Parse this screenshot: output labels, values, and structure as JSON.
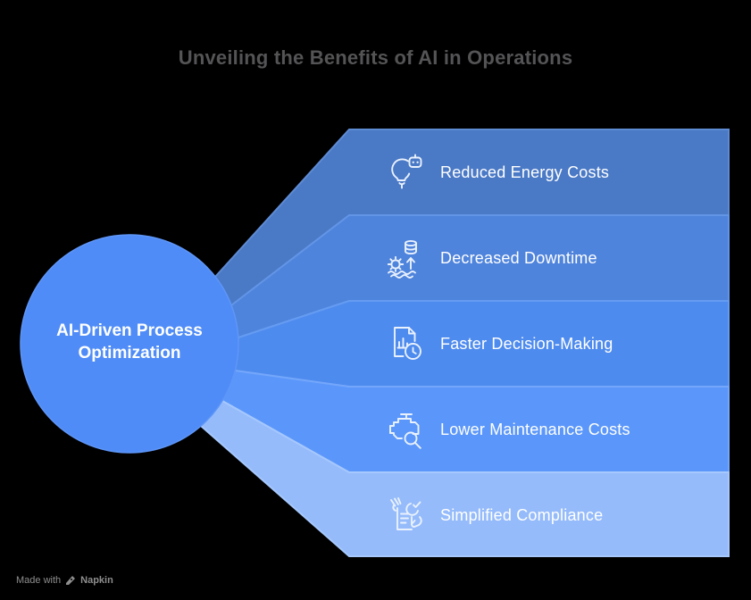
{
  "title": "Unveiling the Benefits of AI in Operations",
  "center": {
    "label": "AI-Driven Process Optimization",
    "fill": "#4f8cf7",
    "stroke": "#5e96f8"
  },
  "benefits": [
    {
      "label": "Reduced Energy Costs",
      "icon": "lightbulb-ai-icon",
      "fill": "#4a79c6",
      "stroke": "#5e8bd4"
    },
    {
      "label": "Decreased Downtime",
      "icon": "database-uptime-icon",
      "fill": "#4f84dc",
      "stroke": "#6295e6"
    },
    {
      "label": "Faster Decision-Making",
      "icon": "report-clock-icon",
      "fill": "#4e8bee",
      "stroke": "#659cf2"
    },
    {
      "label": "Lower Maintenance Costs",
      "icon": "engine-magnifier-icon",
      "fill": "#5b97fa",
      "stroke": "#74a7fb"
    },
    {
      "label": "Simplified Compliance",
      "icon": "checklist-hands-icon",
      "fill": "#95bbfb",
      "stroke": "#a6c8fd"
    }
  ],
  "footer": {
    "made_with": "Made with",
    "brand": "Napkin",
    "icon": "pen-nib-icon"
  },
  "colors": {
    "background": "#000000",
    "title_text": "#545456",
    "band_text": "#ffffff",
    "circle_text": "#ffffff",
    "icon_stroke": "#e9f1fd",
    "footer_text": "#8e8e8e"
  }
}
